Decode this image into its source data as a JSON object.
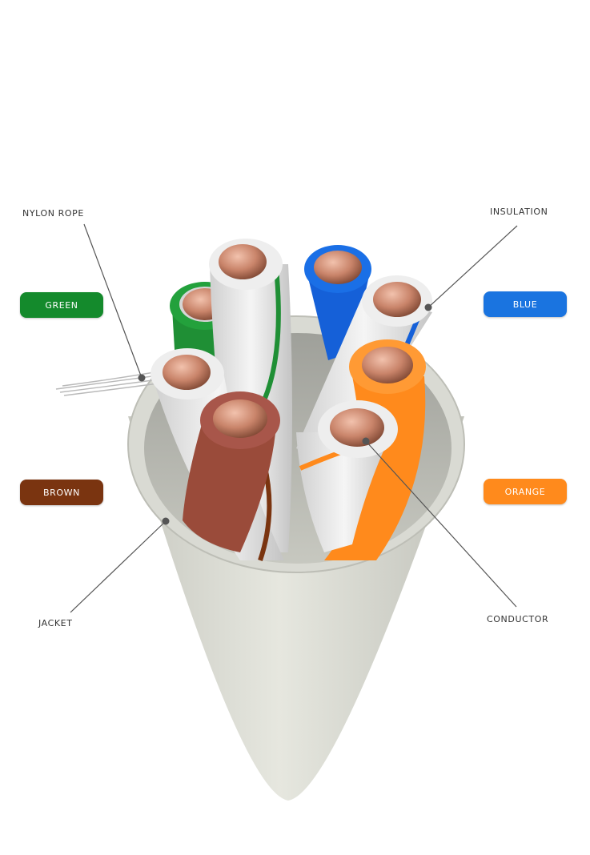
{
  "callouts": {
    "nylon_rope": "NYLON ROPE",
    "insulation": "INSULATION",
    "jacket": "JACKET",
    "conductor": "CONDUCTOR"
  },
  "pairs": {
    "green": {
      "label": "GREEN",
      "color": "#148a2c"
    },
    "blue": {
      "label": "BLUE",
      "color": "#1a74e0"
    },
    "brown": {
      "label": "BROWN",
      "color": "#7a3410"
    },
    "orange": {
      "label": "ORANGE",
      "color": "#ff8a1c"
    }
  },
  "colors": {
    "jacket": "#d7d8d0",
    "copper": "#c9846a",
    "leader_line": "#555555"
  }
}
